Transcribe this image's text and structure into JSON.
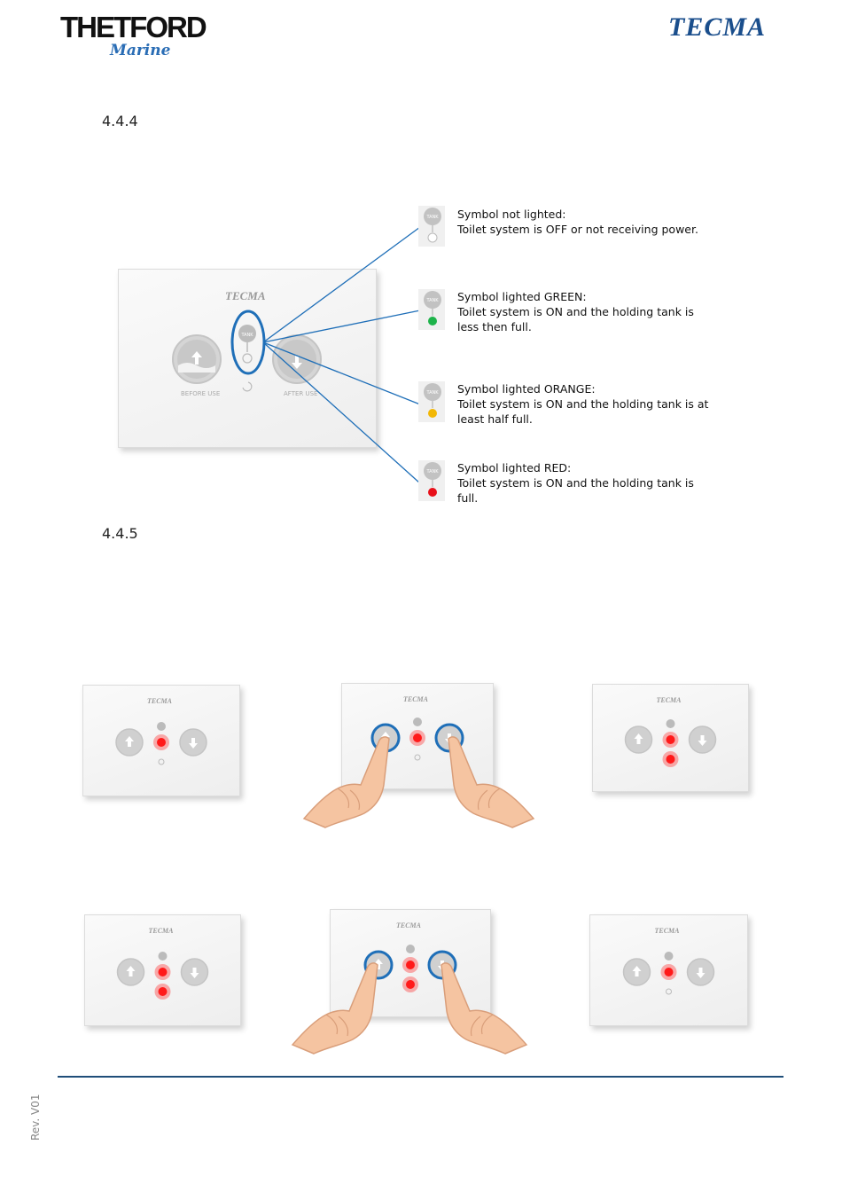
{
  "header": {
    "brand_left": "THETFORD",
    "brand_left_sub": "Marine",
    "brand_right": "TECMA"
  },
  "sections": {
    "s1": "4.4.4",
    "s2": "4.4.5"
  },
  "panel": {
    "brand": "TECMA",
    "before_use": "BEFORE USE",
    "after_use": "AFTER USE",
    "tank_label": "TANK"
  },
  "indicator_states": [
    {
      "title": "Symbol not lighted:",
      "line1": "Toilet system is OFF or not receiving power.",
      "line2": "",
      "color": "#ffffff"
    },
    {
      "title": "Symbol lighted GREEN:",
      "line1": "Toilet system is ON and the holding tank is",
      "line2": "less then full.",
      "color": "#1db34a"
    },
    {
      "title": "Symbol lighted ORANGE:",
      "line1": "Toilet system is ON and the holding tank is at",
      "line2": "least half full.",
      "color": "#f2b705"
    },
    {
      "title": "Symbol lighted RED:",
      "line1": "Toilet system is ON and the holding tank is",
      "line2": "full.",
      "color": "#e8101a"
    }
  ],
  "footer": {
    "revision": "Rev. V01"
  },
  "colors": {
    "accent_blue": "#1f6fb8",
    "footer_line": "#1f4e79",
    "led_red": "#ff1a1a"
  }
}
